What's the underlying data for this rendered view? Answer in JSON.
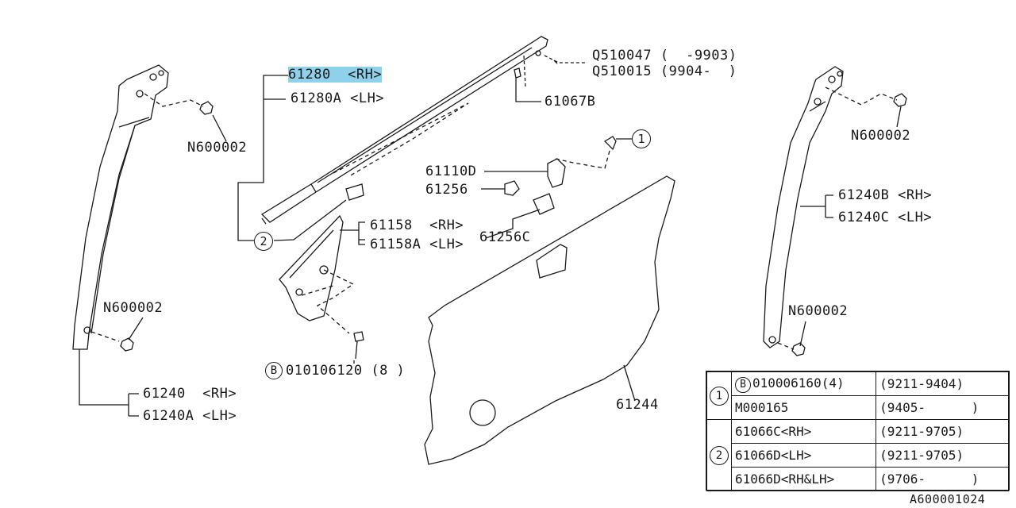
{
  "labels": {
    "p61280": "61280  <RH>",
    "p61280a": "61280A <LH>",
    "q510047": "Q510047 (  -9903)",
    "q510015": "Q510015 (9904-  )",
    "p61067b": "61067B",
    "n600002_left_top": "N600002",
    "n600002_left_bottom": "N600002",
    "n600002_right_top": "N600002",
    "n600002_right_bottom": "N600002",
    "p61110d": "61110D",
    "p61256": "61256",
    "p61256c": "61256C",
    "p61158": "61158  <RH>",
    "p61158a": "61158A <LH>",
    "bolt_label": "010106120 (8 )",
    "p61240": "61240  <RH>",
    "p61240a": "61240A <LH>",
    "p61240b": "61240B <RH>",
    "p61240c": "61240C <LH>",
    "p61244": "61244",
    "ref_code": "A600001024"
  },
  "callouts": {
    "one": "1",
    "two": "2",
    "b": "B"
  },
  "legend": {
    "group1": "1",
    "group2": "2",
    "rows": [
      {
        "part": "010006160(4)",
        "date": "(9211-9404)",
        "b": "B"
      },
      {
        "part": "M000165",
        "date": "(9405-      )"
      },
      {
        "part": "61066C<RH>",
        "date": "(9211-9705)"
      },
      {
        "part": "61066D<LH>",
        "date": "(9211-9705)"
      },
      {
        "part": "61066D<RH&LH>",
        "date": "(9706-      )"
      }
    ]
  },
  "colors": {
    "highlight": "#8fd0ea",
    "ink": "#1a1a1a"
  }
}
